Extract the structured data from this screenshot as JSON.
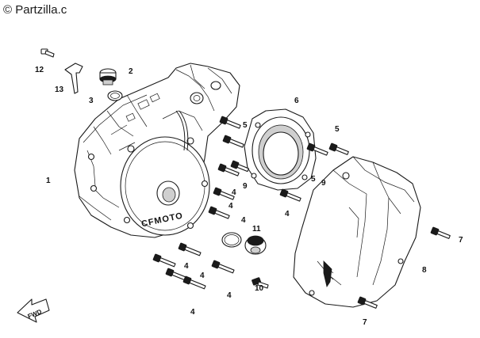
{
  "watermark": "© Partzilla.c",
  "logo_text": "CFMOTO",
  "fwd_text": "FWD",
  "callouts": [
    "1",
    "2",
    "3",
    "4",
    "4",
    "4",
    "4",
    "4",
    "4",
    "4",
    "4",
    "5",
    "5",
    "5",
    "6",
    "7",
    "7",
    "8",
    "9",
    "9",
    "10",
    "11",
    "12",
    "13"
  ]
}
